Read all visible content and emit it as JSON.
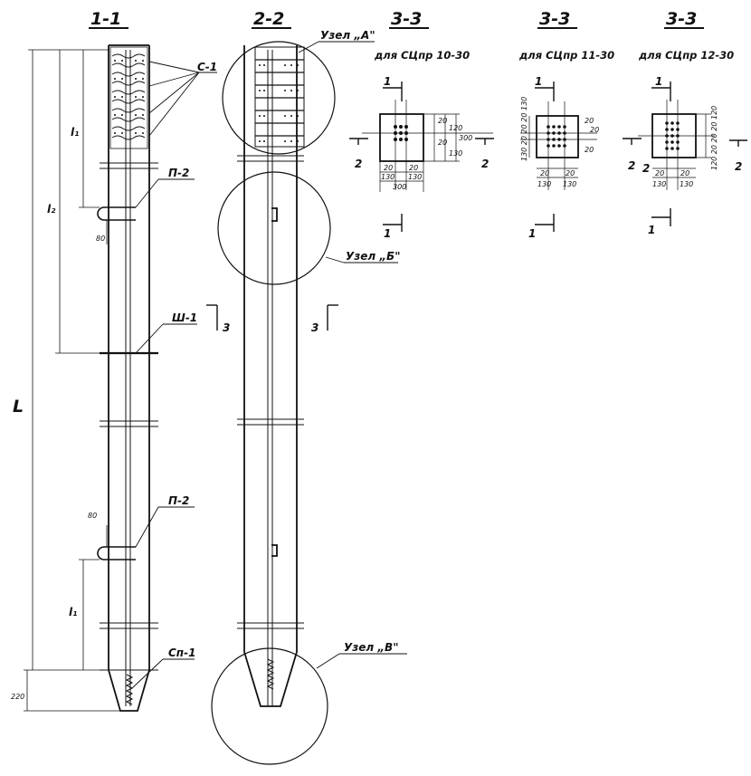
{
  "views": {
    "section_1_1": "1-1",
    "section_2_2": "2-2",
    "section_3_3_a": "3-3",
    "section_3_3_b": "3-3",
    "section_3_3_c": "3-3"
  },
  "subtitles": {
    "a": "для СЦпр 10-30",
    "b": "для СЦпр 11-30",
    "c": "для СЦпр 12-30"
  },
  "callouts": {
    "c1": "С-1",
    "p2_top": "П-2",
    "w1": "Ш-1",
    "p2_bottom": "П-2",
    "sp1": "Сп-1",
    "node_a": "Узел „А\"",
    "node_b": "Узел „Б\"",
    "node_v": "Узел „В\""
  },
  "dimensions": {
    "L": "L",
    "l1_top": "l₁",
    "l2": "l₂",
    "l1_bottom": "l₁",
    "d80_top": "80",
    "d80_bottom": "80",
    "d220": "220"
  },
  "section_marks": {
    "m3_left": "3",
    "m3_right": "3",
    "a_top": "1",
    "a_bottom": "1",
    "a_left": "2",
    "a_right": "2",
    "b_top": "1",
    "b_bottom": "1",
    "b_left": "2",
    "c_top": "1",
    "c_bottom": "1",
    "c_left": "2",
    "c_right": "2"
  },
  "cross_section_a": {
    "w20a": "20",
    "w20b": "20",
    "w130a": "130",
    "w130b": "130",
    "w300": "300",
    "h20a": "20",
    "h20b": "20",
    "h120": "120",
    "h300": "300",
    "h130": "130"
  },
  "cross_section_b": {
    "w20a": "20",
    "w20b": "20",
    "w130a": "130",
    "w130b": "130",
    "left_stack": "130 20 20 20 130",
    "r20a": "20",
    "r20b": "20",
    "r20c": "20"
  },
  "cross_section_c": {
    "w20a": "20",
    "w20b": "20",
    "w130a": "130",
    "w130b": "130",
    "right_stack": "120 20 20 20 120"
  }
}
